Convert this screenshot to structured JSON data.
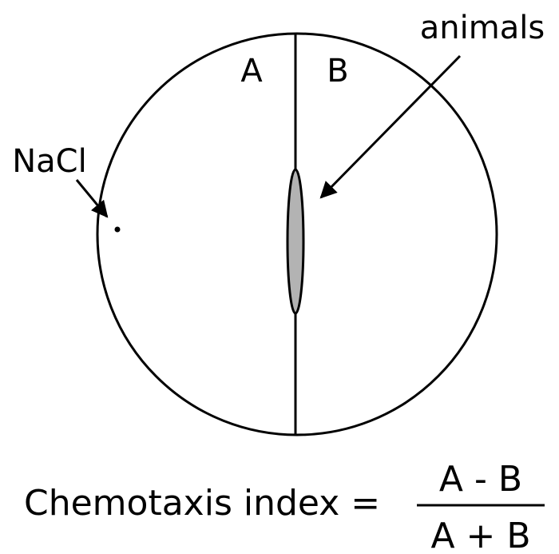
{
  "labels": {
    "region_a": "A",
    "region_b": "B",
    "animals": "animals",
    "nacl": "NaCl"
  },
  "formula": {
    "lhs": "Chemotaxis index =",
    "numerator": "A - B",
    "denominator": "A + B"
  },
  "colors": {
    "stroke": "#000000",
    "animal_fill": "#b3b3b3",
    "background": "#ffffff"
  }
}
